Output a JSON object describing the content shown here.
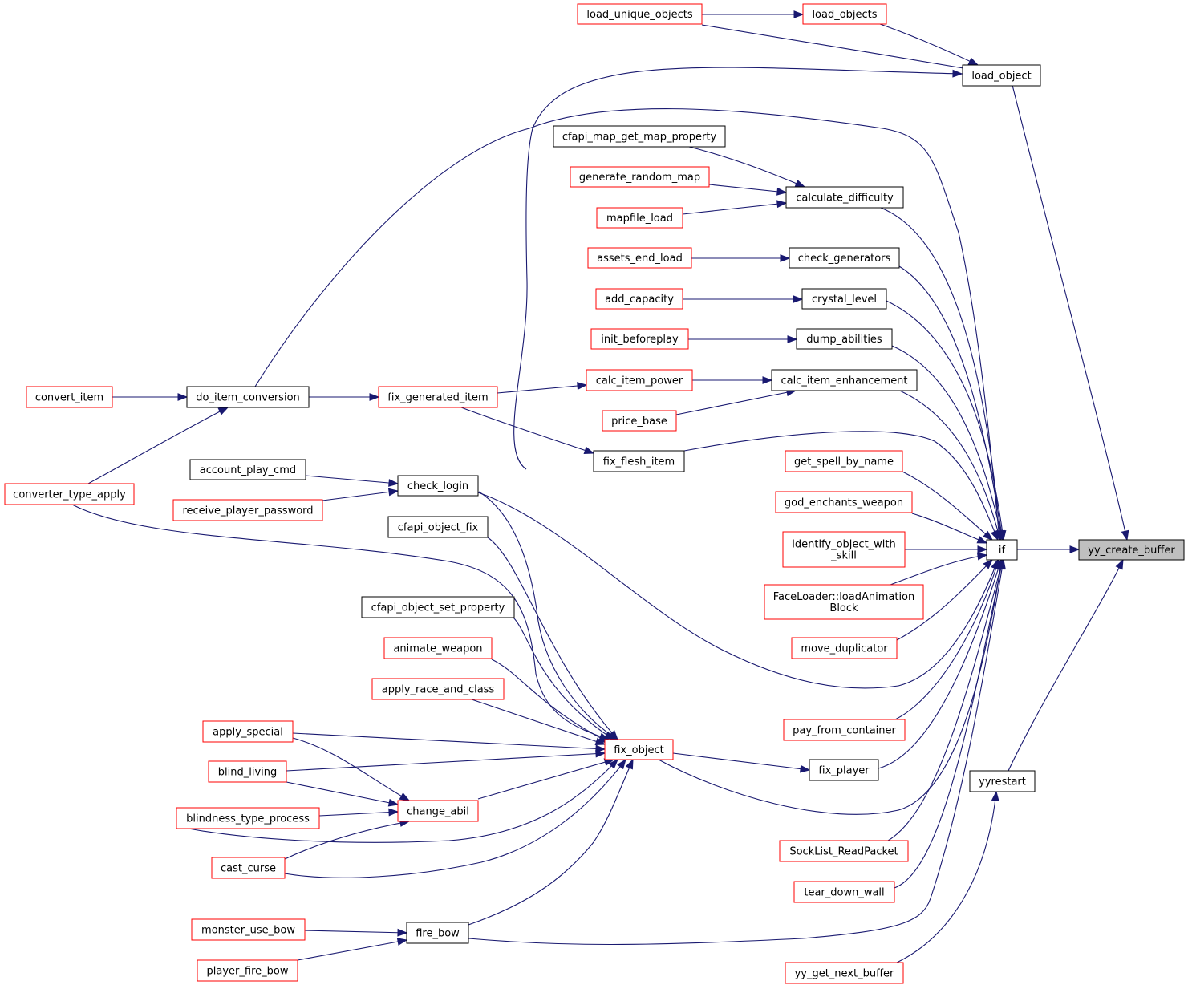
{
  "colors": {
    "edge": "#191970",
    "border_linked": "#ff0000",
    "border_plain": "#000000",
    "highlight_fill": "#bfbfbf",
    "node_fill": "#ffffff"
  },
  "diagram": {
    "nodes": [
      {
        "id": "yy_create_buffer",
        "lines": [
          "yy_create_buffer"
        ],
        "style": "highlight"
      },
      {
        "id": "if",
        "lines": [
          "if"
        ],
        "style": "plain"
      },
      {
        "id": "load_object",
        "lines": [
          "load_object"
        ],
        "style": "plain"
      },
      {
        "id": "yyrestart",
        "lines": [
          "yyrestart"
        ],
        "style": "plain"
      },
      {
        "id": "load_objects",
        "lines": [
          "load_objects"
        ],
        "style": "red"
      },
      {
        "id": "load_unique_objects",
        "lines": [
          "load_unique_objects"
        ],
        "style": "red"
      },
      {
        "id": "cfapi_map_get_map_property",
        "lines": [
          "cfapi_map_get_map_property"
        ],
        "style": "plain"
      },
      {
        "id": "calculate_difficulty",
        "lines": [
          "calculate_difficulty"
        ],
        "style": "plain"
      },
      {
        "id": "generate_random_map",
        "lines": [
          "generate_random_map"
        ],
        "style": "red"
      },
      {
        "id": "mapfile_load",
        "lines": [
          "mapfile_load"
        ],
        "style": "red"
      },
      {
        "id": "check_generators",
        "lines": [
          "check_generators"
        ],
        "style": "plain"
      },
      {
        "id": "assets_end_load",
        "lines": [
          "assets_end_load"
        ],
        "style": "red"
      },
      {
        "id": "crystal_level",
        "lines": [
          "crystal_level"
        ],
        "style": "plain"
      },
      {
        "id": "add_capacity",
        "lines": [
          "add_capacity"
        ],
        "style": "red"
      },
      {
        "id": "dump_abilities",
        "lines": [
          "dump_abilities"
        ],
        "style": "plain"
      },
      {
        "id": "init_beforeplay",
        "lines": [
          "init_beforeplay"
        ],
        "style": "red"
      },
      {
        "id": "calc_item_enhancement",
        "lines": [
          "calc_item_enhancement"
        ],
        "style": "plain"
      },
      {
        "id": "calc_item_power",
        "lines": [
          "calc_item_power"
        ],
        "style": "red"
      },
      {
        "id": "price_base",
        "lines": [
          "price_base"
        ],
        "style": "red"
      },
      {
        "id": "fix_generated_item",
        "lines": [
          "fix_generated_item"
        ],
        "style": "red"
      },
      {
        "id": "do_item_conversion",
        "lines": [
          "do_item_conversion"
        ],
        "style": "plain"
      },
      {
        "id": "convert_item",
        "lines": [
          "convert_item"
        ],
        "style": "red"
      },
      {
        "id": "converter_type_apply",
        "lines": [
          "converter_type_apply"
        ],
        "style": "red"
      },
      {
        "id": "fix_flesh_item",
        "lines": [
          "fix_flesh_item"
        ],
        "style": "plain"
      },
      {
        "id": "get_spell_by_name",
        "lines": [
          "get_spell_by_name"
        ],
        "style": "red"
      },
      {
        "id": "god_enchants_weapon",
        "lines": [
          "god_enchants_weapon"
        ],
        "style": "red"
      },
      {
        "id": "identify_object_with_skill",
        "lines": [
          "identify_object_with",
          "_skill"
        ],
        "style": "red"
      },
      {
        "id": "FaceLoader_loadAnimationBlock",
        "lines": [
          "FaceLoader::loadAnimation",
          "Block"
        ],
        "style": "red"
      },
      {
        "id": "move_duplicator",
        "lines": [
          "move_duplicator"
        ],
        "style": "red"
      },
      {
        "id": "pay_from_container",
        "lines": [
          "pay_from_container"
        ],
        "style": "red"
      },
      {
        "id": "fix_player",
        "lines": [
          "fix_player"
        ],
        "style": "plain"
      },
      {
        "id": "SockList_ReadPacket",
        "lines": [
          "SockList_ReadPacket"
        ],
        "style": "red"
      },
      {
        "id": "tear_down_wall",
        "lines": [
          "tear_down_wall"
        ],
        "style": "red"
      },
      {
        "id": "yy_get_next_buffer",
        "lines": [
          "yy_get_next_buffer"
        ],
        "style": "red"
      },
      {
        "id": "check_login",
        "lines": [
          "check_login"
        ],
        "style": "plain"
      },
      {
        "id": "account_play_cmd",
        "lines": [
          "account_play_cmd"
        ],
        "style": "plain"
      },
      {
        "id": "receive_player_password",
        "lines": [
          "receive_player_password"
        ],
        "style": "red"
      },
      {
        "id": "cfapi_object_fix",
        "lines": [
          "cfapi_object_fix"
        ],
        "style": "plain"
      },
      {
        "id": "cfapi_object_set_property",
        "lines": [
          "cfapi_object_set_property"
        ],
        "style": "plain"
      },
      {
        "id": "animate_weapon",
        "lines": [
          "animate_weapon"
        ],
        "style": "red"
      },
      {
        "id": "apply_race_and_class",
        "lines": [
          "apply_race_and_class"
        ],
        "style": "red"
      },
      {
        "id": "fix_object",
        "lines": [
          "fix_object"
        ],
        "style": "red"
      },
      {
        "id": "apply_special",
        "lines": [
          "apply_special"
        ],
        "style": "red"
      },
      {
        "id": "blind_living",
        "lines": [
          "blind_living"
        ],
        "style": "red"
      },
      {
        "id": "change_abil",
        "lines": [
          "change_abil"
        ],
        "style": "red"
      },
      {
        "id": "blindness_type_process",
        "lines": [
          "blindness_type_process"
        ],
        "style": "red"
      },
      {
        "id": "cast_curse",
        "lines": [
          "cast_curse"
        ],
        "style": "red"
      },
      {
        "id": "fire_bow",
        "lines": [
          "fire_bow"
        ],
        "style": "plain"
      },
      {
        "id": "monster_use_bow",
        "lines": [
          "monster_use_bow"
        ],
        "style": "red"
      },
      {
        "id": "player_fire_bow",
        "lines": [
          "player_fire_bow"
        ],
        "style": "red"
      }
    ]
  }
}
